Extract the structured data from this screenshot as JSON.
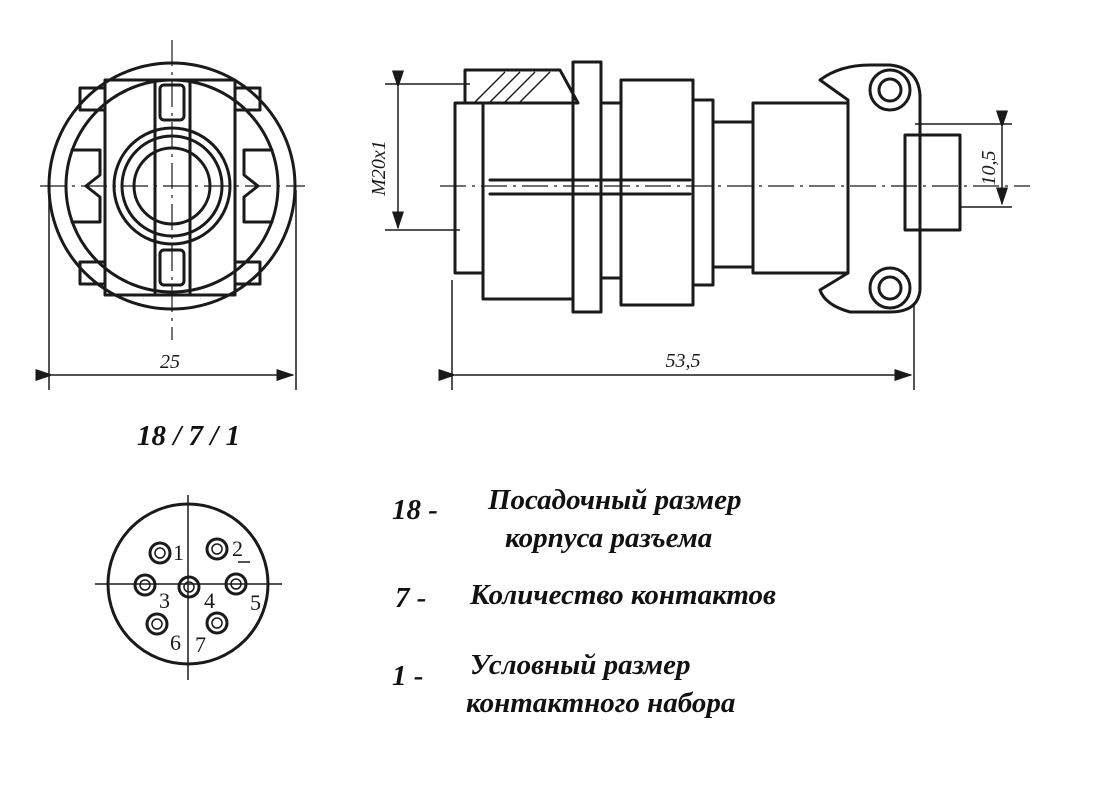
{
  "dimensions": {
    "width_side": "25",
    "length": "53,5",
    "thread": "M20x1",
    "height_tail": "10,5"
  },
  "designation": "18 / 7 / 1",
  "pins": [
    "1",
    "2",
    "3",
    "4",
    "5",
    "6",
    "7"
  ],
  "legend": [
    {
      "number": "18 -",
      "line1": "Посадочный размер",
      "line2": "корпуса разъема"
    },
    {
      "number": "7 -",
      "line1": "Количество контактов"
    },
    {
      "number": "1 -",
      "line1": "Условный размер",
      "line2": "контактного набора"
    }
  ]
}
